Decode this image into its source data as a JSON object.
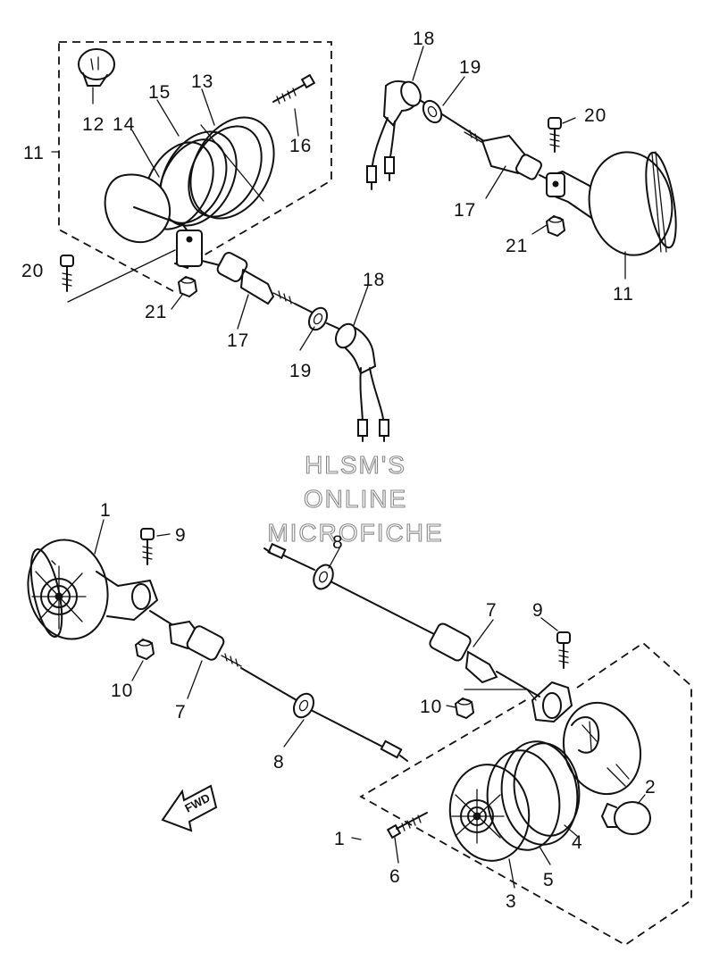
{
  "watermark": {
    "line1": "HLSM'S",
    "line2": "ONLINE",
    "line3": "MICROFICHE"
  },
  "direction_label": "FWD",
  "callouts": {
    "top_left": {
      "n11": "11",
      "n12": "12",
      "n13": "13",
      "n14": "14",
      "n15": "15",
      "n16": "16",
      "n17": "17",
      "n18": "18",
      "n19": "19",
      "n20": "20",
      "n21": "21"
    },
    "top_right": {
      "n11": "11",
      "n17": "17",
      "n18": "18",
      "n19": "19",
      "n20": "20",
      "n21": "21"
    },
    "bottom_left": {
      "n1": "1",
      "n7": "7",
      "n8": "8",
      "n9": "9",
      "n10": "10"
    },
    "bottom_right": {
      "n1": "1",
      "n2": "2",
      "n3": "3",
      "n4": "4",
      "n5": "5",
      "n6": "6",
      "n7": "7",
      "n8": "8",
      "n9": "9",
      "n10": "10"
    }
  }
}
